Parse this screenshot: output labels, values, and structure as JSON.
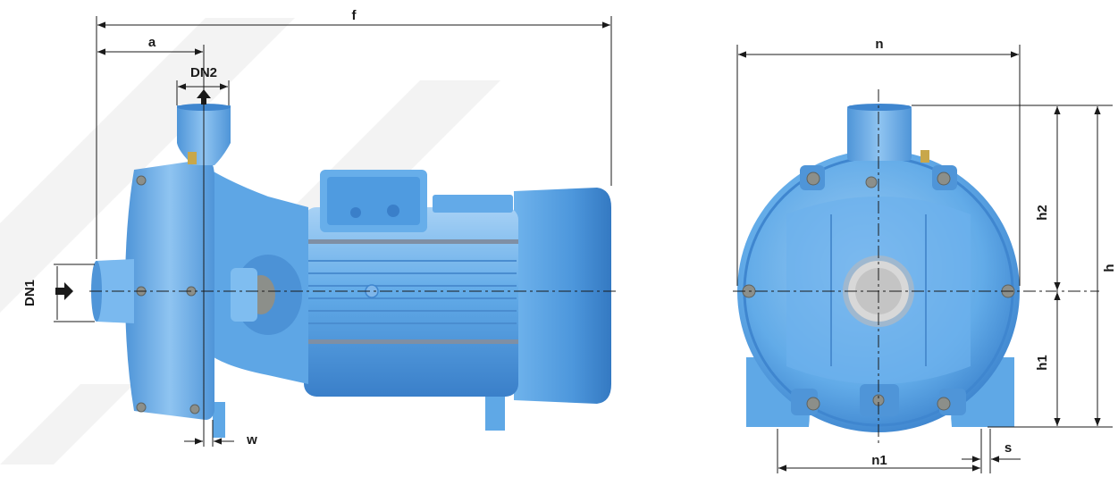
{
  "side_view": {
    "labels": {
      "f": "f",
      "a": "a",
      "dn2": "DN2",
      "dn1": "DN1",
      "w": "w"
    }
  },
  "front_view": {
    "labels": {
      "n": "n",
      "h": "h",
      "h1": "h1",
      "h2": "h2",
      "n1": "n1",
      "s": "s"
    }
  },
  "colors": {
    "pump_body": "#5fa8e6",
    "pump_dark": "#3f86cf",
    "pump_light": "#9ccbf3",
    "dimension_lines": "#1a1a1a",
    "watermark": "#f1f1f1"
  }
}
